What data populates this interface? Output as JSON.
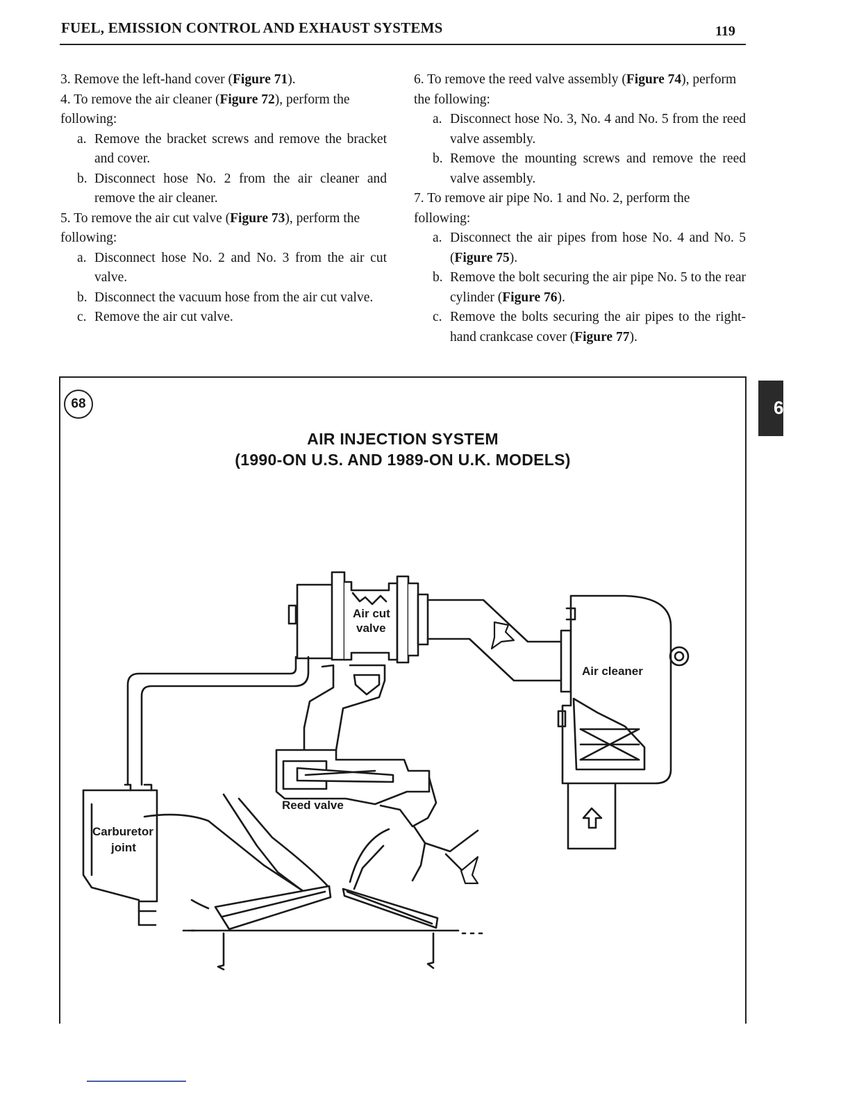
{
  "header": {
    "title": "FUEL, EMISSION CONTROL AND EXHAUST SYSTEMS",
    "page_number": "119"
  },
  "left_column": {
    "step3": {
      "num": "3.",
      "text": "Remove the left-hand cover (",
      "fig": "Figure 71",
      "end": ")."
    },
    "step4": {
      "num": "4.",
      "text": "To remove the air cleaner (",
      "fig": "Figure 72",
      "end": "), perform the following:"
    },
    "step4a": {
      "letter": "a.",
      "text": "Remove the bracket screws and remove the bracket and cover."
    },
    "step4b": {
      "letter": "b.",
      "text": "Disconnect hose No. 2 from the air cleaner and remove the air cleaner."
    },
    "step5": {
      "num": "5.",
      "text": "To remove the air cut valve (",
      "fig": "Figure 73",
      "end": "), perform the following:"
    },
    "step5a": {
      "letter": "a.",
      "text": "Disconnect hose No. 2 and No. 3 from the air cut valve."
    },
    "step5b": {
      "letter": "b.",
      "text": "Disconnect the vacuum hose from the air cut valve."
    },
    "step5c": {
      "letter": "c.",
      "text": "Remove the air cut valve."
    }
  },
  "right_column": {
    "step6": {
      "num": "6.",
      "text": "To remove the reed valve assembly (",
      "fig": "Figure 74",
      "end": "), perform the following:"
    },
    "step6a": {
      "letter": "a.",
      "text": "Disconnect hose No. 3, No. 4 and No. 5 from the reed valve assembly."
    },
    "step6b": {
      "letter": "b.",
      "text": "Remove the mounting screws and remove the reed valve assembly."
    },
    "step7": {
      "num": "7.",
      "text": "To remove air pipe No. 1 and No. 2, perform the following:"
    },
    "step7a": {
      "letter": "a.",
      "text": "Disconnect the air pipes from hose No. 4 and No. 5 (",
      "fig": "Figure 75",
      "end": ")."
    },
    "step7b": {
      "letter": "b.",
      "text": "Remove the bolt securing the air pipe No. 5 to the rear cylinder (",
      "fig": "Figure 76",
      "end": ")."
    },
    "step7c": {
      "letter": "c.",
      "text": "Remove the bolts securing the air pipes to the right-hand crankcase cover (",
      "fig": "Figure 77",
      "end": ")."
    }
  },
  "figure": {
    "number": "68",
    "title_line1": "AIR INJECTION SYSTEM",
    "title_line2": "(1990-ON U.S. AND 1989-ON U.K. MODELS)",
    "labels": {
      "air_cut_1": "Air cut",
      "air_cut_2": "valve",
      "air_cleaner": "Air cleaner",
      "reed_valve": "Reed valve",
      "carb_1": "Carburetor",
      "carb_2": "joint"
    }
  },
  "chapter_tab": "6"
}
